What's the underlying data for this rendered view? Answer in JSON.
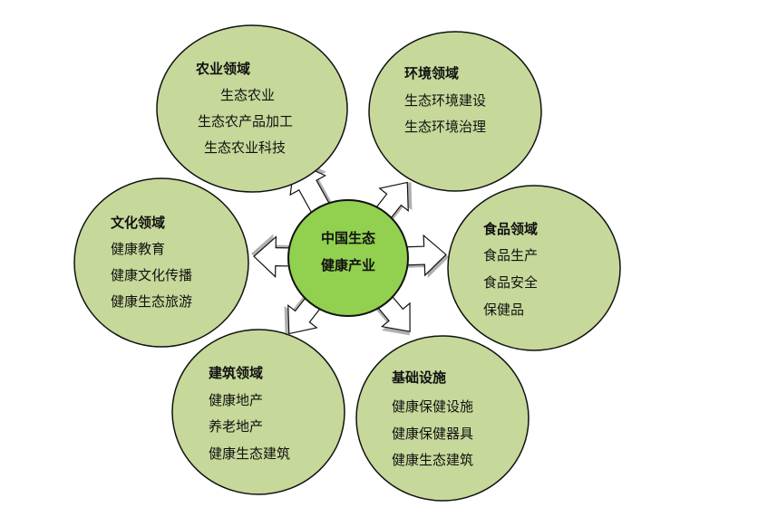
{
  "center": {
    "line1": "中国生态",
    "line2": "健康产业"
  },
  "domains": [
    {
      "title": "农业领域",
      "items": [
        "生态农业",
        "生态农产品加工",
        "生态农业科技"
      ]
    },
    {
      "title": "环境领域",
      "items": [
        "生态环境建设",
        "生态环境治理"
      ]
    },
    {
      "title": "食品领域",
      "items": [
        "食品生产",
        "食品安全",
        "保健品"
      ]
    },
    {
      "title": "基础设施",
      "items": [
        "健康保健设施",
        "健康保健器具",
        "健康生态建筑"
      ]
    },
    {
      "title": "建筑领域",
      "items": [
        "健康地产",
        "养老地产",
        "健康生态建筑"
      ]
    },
    {
      "title": "文化领域",
      "items": [
        "健康教育",
        "健康文化传播",
        "健康生态旅游"
      ]
    }
  ],
  "colors": {
    "domain_fill": "#c6d89a",
    "center_fill": "#92d050",
    "outline": "#111111",
    "arrow_fill": "#ffffff",
    "arrow_shadow": "#b0b0b0"
  }
}
